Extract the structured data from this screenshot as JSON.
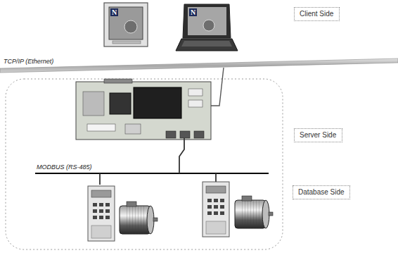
{
  "diagram": {
    "nodes": [
      {
        "text": [
          "Client Side"
        ]
      },
      {
        "text": [
          "Server Side"
        ]
      },
      {
        "text": [
          "Database Side"
        ]
      }
    ],
    "labels": [
      "TCP/IP (Ethernet)",
      "MODBUS (RS-485)",
      "N",
      "N"
    ]
  }
}
